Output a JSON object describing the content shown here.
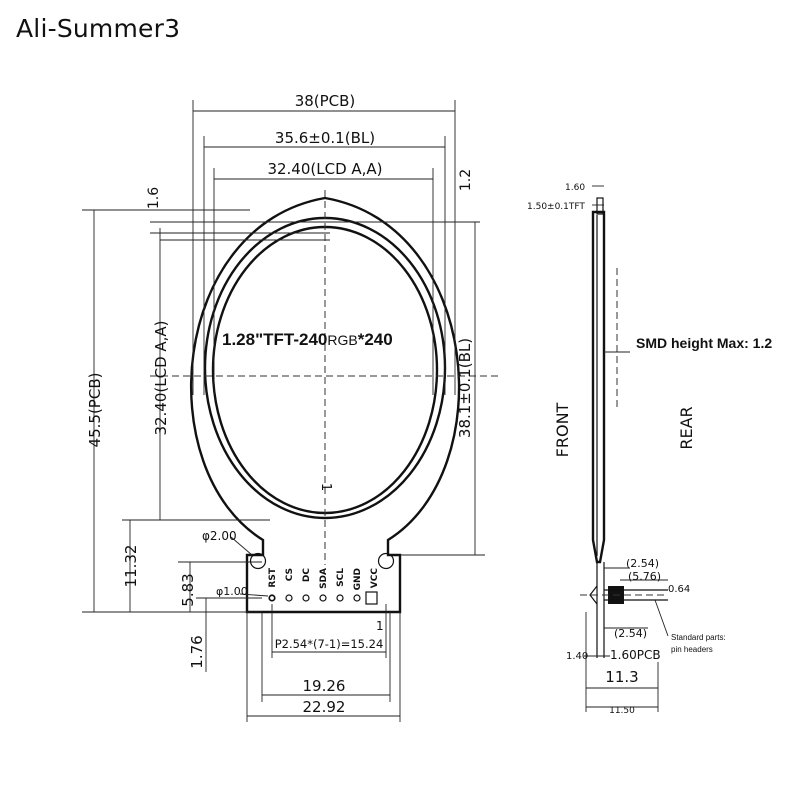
{
  "watermark": "Ali-Summer3",
  "front_view": {
    "dim_pcb_width": "38(PCB)",
    "dim_bl_width": "35.6±0.1(BL)",
    "dim_lcd_width": "32.40(LCD A,A)",
    "dim_top_left": "1.6",
    "dim_top_right": "1.2",
    "dim_pcb_height": "45.5(PCB)",
    "dim_lcd_height": "32.40(LCD A,A)",
    "dim_bl_height": "38.1±0.1(BL)",
    "dim_tab_height": "11.32",
    "dim_pin_row": "5.83",
    "dim_bottom_pin": "1.76",
    "hole_large": "φ2.00",
    "hole_small": "φ1.00",
    "display_label_main": "1.28\"TFT-240",
    "display_label_rgb": "RGB",
    "display_label_tail": "*240",
    "pin1_marker": "1",
    "pin1_marker_right": "1",
    "pins": [
      "RST",
      "CS",
      "DC",
      "SDA",
      "SCL",
      "GND",
      "VCC"
    ],
    "pin_pitch": "P2.54*(7-1)=15.24",
    "dim_inner_width": "19.26",
    "dim_outer_width": "22.92"
  },
  "side_view": {
    "dim_top_1": "1.60",
    "dim_top_2": "1.50±0.1TFT",
    "smd_note": "SMD height Max: 1.2",
    "front_label": "FRONT",
    "rear_label": "REAR",
    "dim_254_a": "(2.54)",
    "dim_576": "(5.76)",
    "dim_064": "0.64",
    "dim_254_b": "(2.54)",
    "dim_140": "1.40",
    "dim_pcb": "1.60PCB",
    "dim_113": "11.3",
    "dim_1150": "11.50",
    "std_parts_1": "Standard parts:",
    "std_parts_2": "pin headers"
  }
}
